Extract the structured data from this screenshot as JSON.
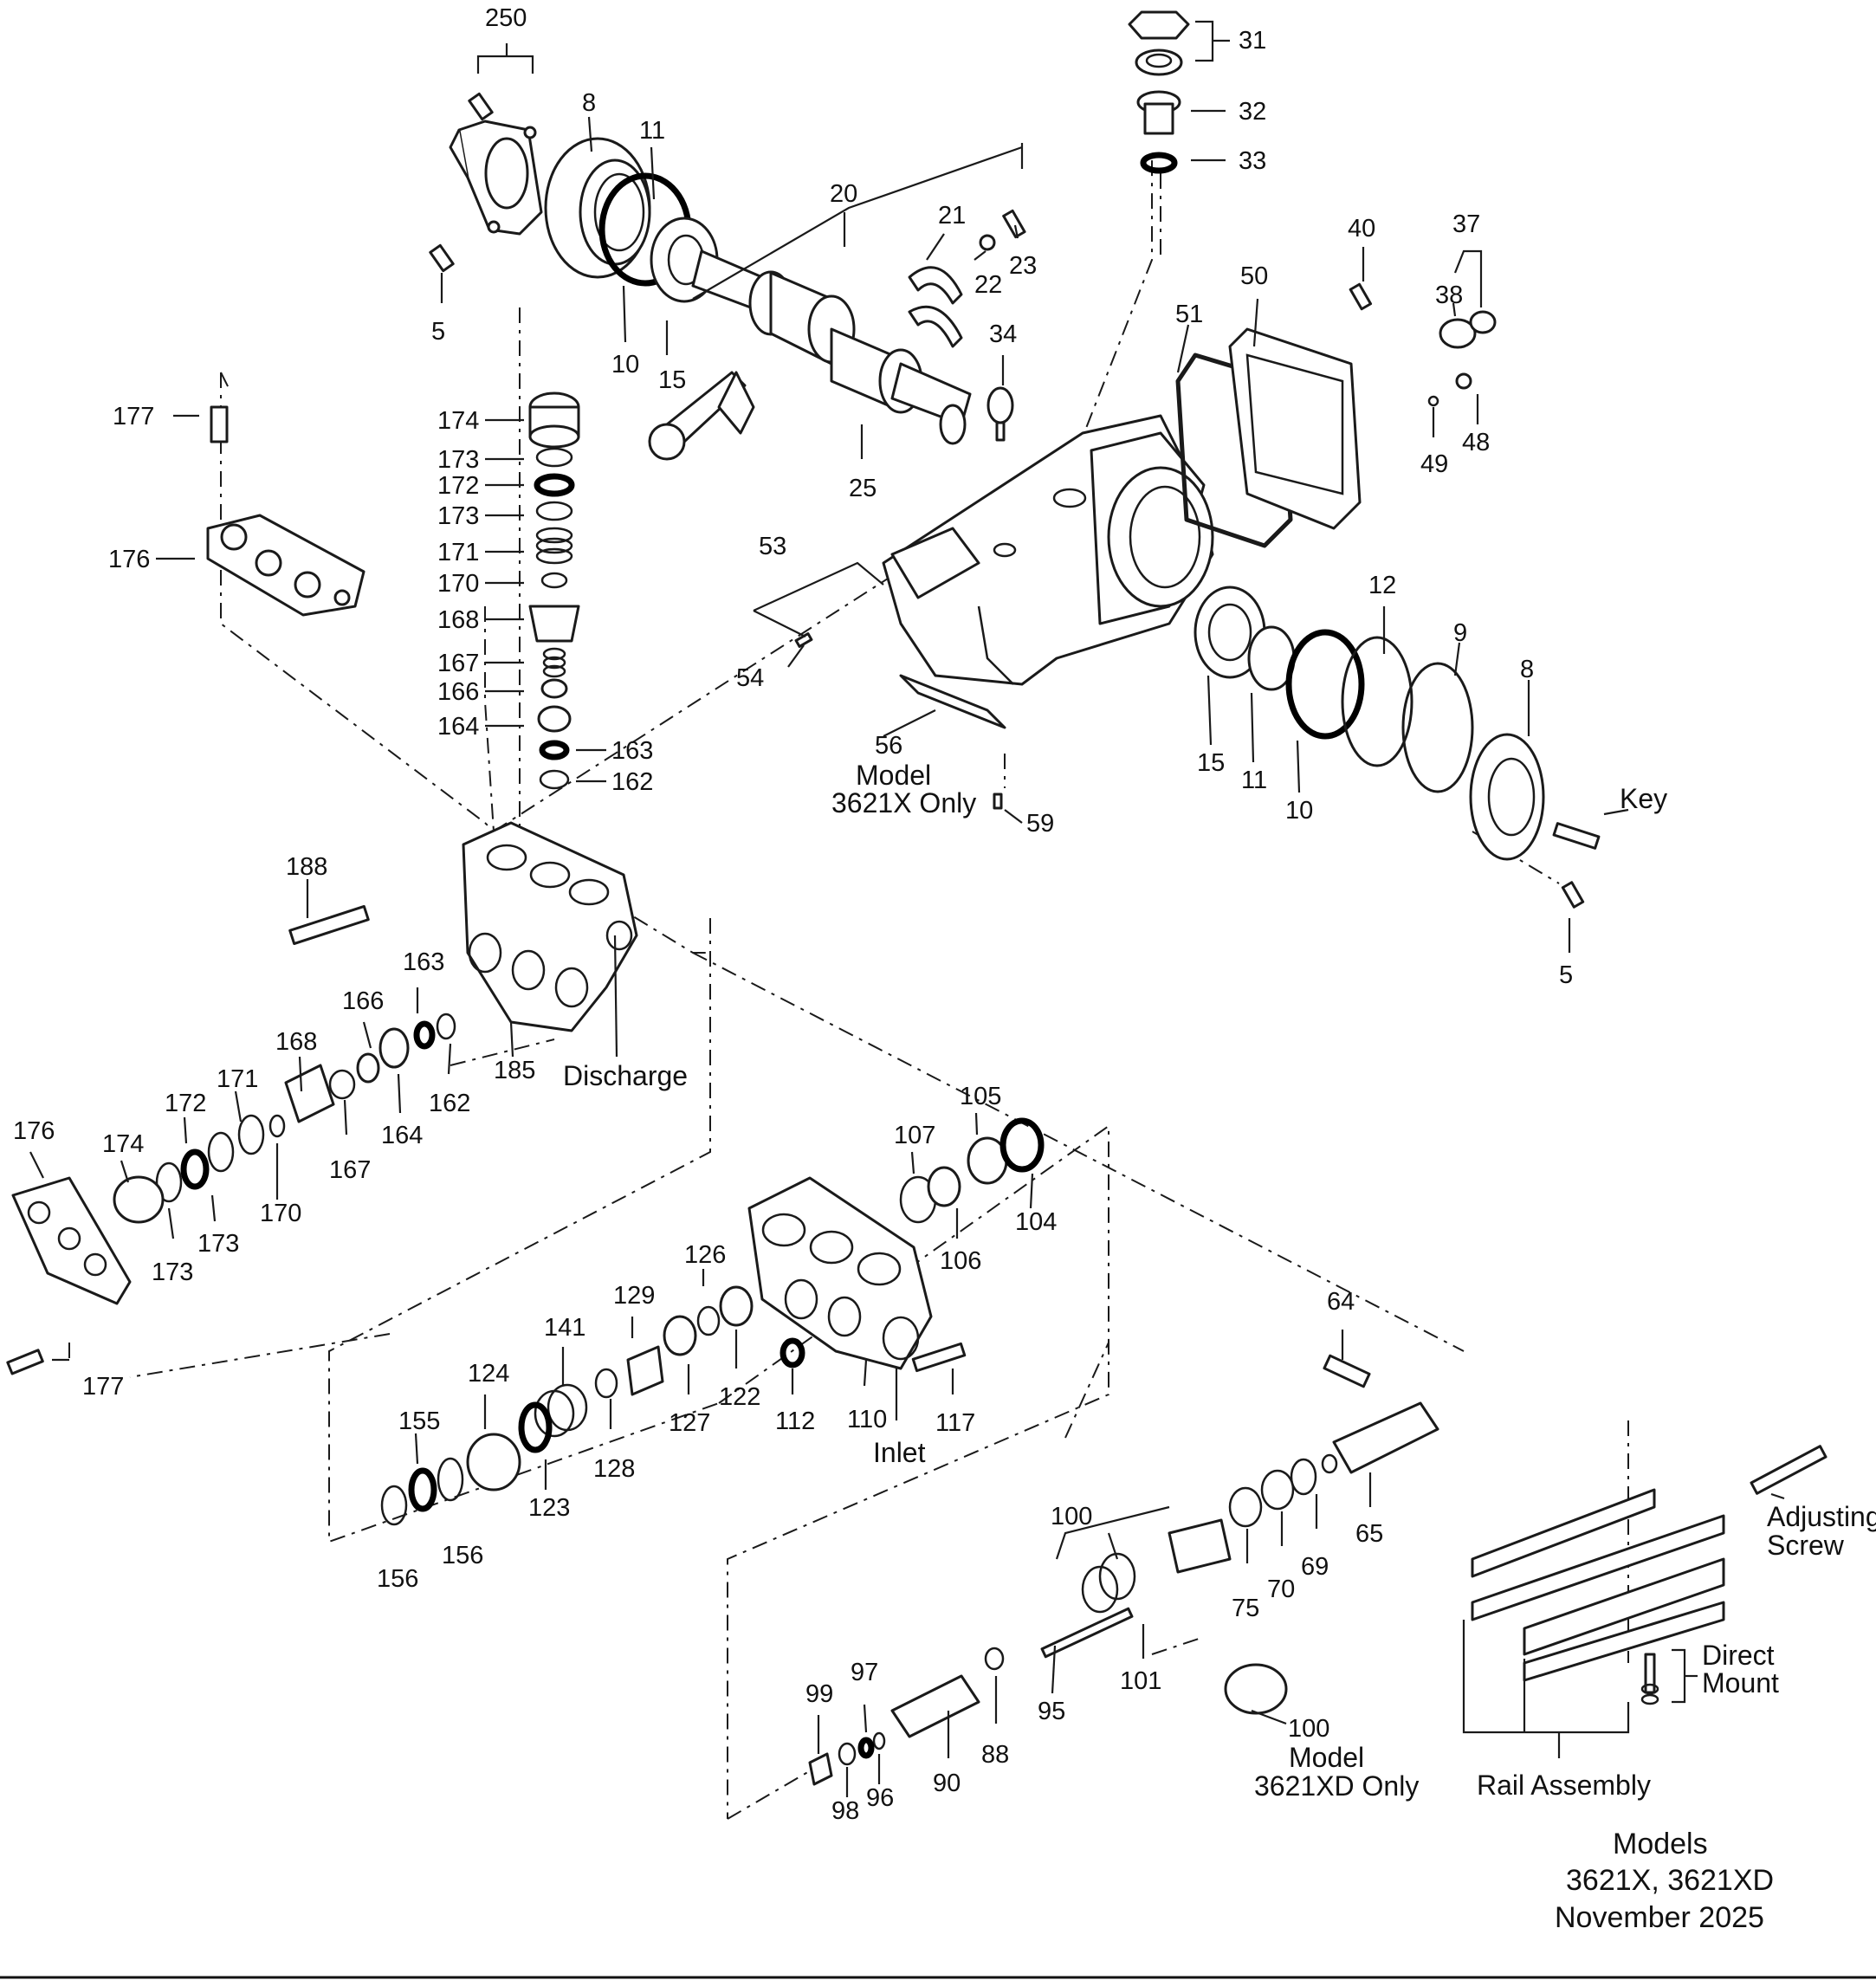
{
  "labels": {
    "p250": "250",
    "p31": "31",
    "p32": "32",
    "p33": "33",
    "p8a": "8",
    "p11a": "11",
    "p20": "20",
    "p21": "21",
    "p22": "22",
    "p23": "23",
    "p5a": "5",
    "p10a": "10",
    "p15a": "15",
    "p25": "25",
    "p34": "34",
    "p40": "40",
    "p37": "37",
    "p50": "50",
    "p51": "51",
    "p38": "38",
    "p48": "48",
    "p49": "49",
    "p177a": "177",
    "p176a": "176",
    "p174a": "174",
    "p173a": "173",
    "p172a": "172",
    "p173b": "173",
    "p171a": "171",
    "p170a": "170",
    "p168a": "168",
    "p167a": "167",
    "p166a": "166",
    "p164a": "164",
    "p163a": "163",
    "p162a": "162",
    "p53": "53",
    "p54": "54",
    "p56": "56",
    "p59": "59",
    "p12": "12",
    "p9": "9",
    "p8b": "8",
    "p15b": "15",
    "p11b": "11",
    "p10b": "10",
    "p5b": "5",
    "key": "Key",
    "p188": "188",
    "p163b": "163",
    "p166b": "166",
    "p168b": "168",
    "p171b": "171",
    "p172b": "172",
    "p176b": "176",
    "p174b": "174",
    "p173c": "173",
    "p173d": "173",
    "p170b": "170",
    "p167b": "167",
    "p164b": "164",
    "p162b": "162",
    "p185": "185",
    "discharge": "Discharge",
    "p177b": "177",
    "p105": "105",
    "p107": "107",
    "p104": "104",
    "p106": "106",
    "p126": "126",
    "p129": "129",
    "p141": "141",
    "p124": "124",
    "p155": "155",
    "p156a": "156",
    "p156b": "156",
    "p123": "123",
    "p128": "128",
    "p127": "127",
    "p122": "122",
    "p112": "112",
    "p110": "110",
    "p117": "117",
    "inlet": "Inlet",
    "p64": "64",
    "p65": "65",
    "p69": "69",
    "p70": "70",
    "p75": "75",
    "p100a": "100",
    "p101": "101",
    "p95": "95",
    "p88": "88",
    "p90": "90",
    "p99": "99",
    "p97": "97",
    "p98": "98",
    "p96": "96",
    "p100b": "100",
    "adjusting_1": "Adjusting",
    "adjusting_2": "Screw",
    "direct_1": "Direct",
    "direct_2": "Mount",
    "rail_assembly": "Rail Assembly"
  },
  "notes": {
    "model_3621x_1": "Model",
    "model_3621x_2": "3621X Only",
    "model_3621xd_1": "Model",
    "model_3621xd_2": "3621XD Only"
  },
  "footer": {
    "line1": "Models",
    "line2": "3621X, 3621XD",
    "line3": "November 2025"
  }
}
